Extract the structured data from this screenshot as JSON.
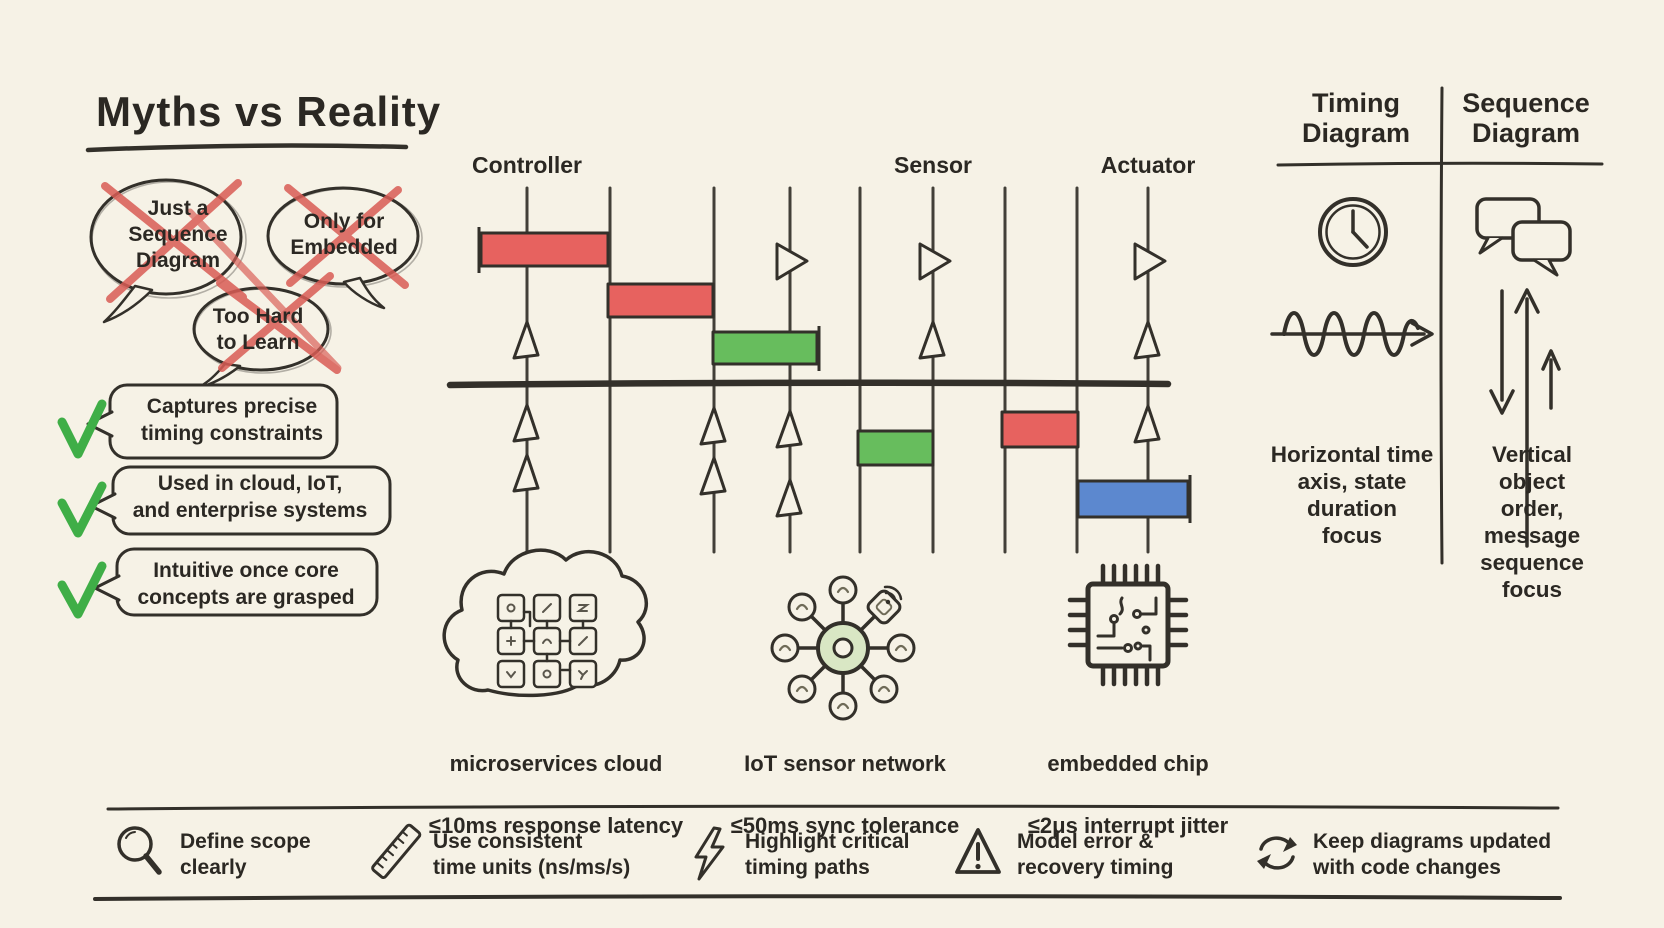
{
  "palette": {
    "background": "#f6f2e6",
    "ink": "#33302a",
    "red": "#e7625f",
    "green": "#67bd5d",
    "blue": "#5c88cf",
    "cross": "#d95c55",
    "check": "#3fae47"
  },
  "title": "Myths vs Reality",
  "myths": [
    {
      "text": "Just a\nSequence\nDiagram"
    },
    {
      "text": "Only for\nEmbedded"
    },
    {
      "text": "Too Hard\nto Learn"
    }
  ],
  "realities": [
    {
      "text": "Captures precise\ntiming constraints"
    },
    {
      "text": "Used in cloud, IoT,\nand enterprise systems"
    },
    {
      "text": "Intuitive once core\nconcepts are grasped"
    }
  ],
  "timing": {
    "lifeline_labels": [
      "Controller",
      "Sensor",
      "Actuator"
    ]
  },
  "examples": [
    {
      "icon": "cloud-icon",
      "name": "microservices cloud",
      "constraint": "≤10ms response latency"
    },
    {
      "icon": "iot-network-icon",
      "name": "IoT sensor network",
      "constraint": "≤50ms sync tolerance"
    },
    {
      "icon": "chip-icon",
      "name": "embedded chip",
      "constraint": "≤2μs interrupt jitter"
    }
  ],
  "comparison": {
    "columns": [
      {
        "header": "Timing\nDiagram",
        "icons": [
          "clock-icon",
          "sine-wave-icon"
        ],
        "description": "Horizontal time\naxis, state\nduration\nfocus"
      },
      {
        "header": "Sequence\nDiagram",
        "icons": [
          "chat-bubbles-icon",
          "vertical-arrows-icon"
        ],
        "description": "Vertical object\norder,\nmessage\nsequence\nfocus"
      }
    ]
  },
  "tips": [
    {
      "icon": "magnifier-icon",
      "text": "Define scope\nclearly"
    },
    {
      "icon": "ruler-icon",
      "text": "Use consistent\ntime units (ns/ms/s)"
    },
    {
      "icon": "lightning-icon",
      "text": "Highlight critical\ntiming paths"
    },
    {
      "icon": "warning-icon",
      "text": "Model error &\nrecovery timing"
    },
    {
      "icon": "refresh-icon",
      "text": "Keep diagrams updated\nwith code changes"
    }
  ]
}
